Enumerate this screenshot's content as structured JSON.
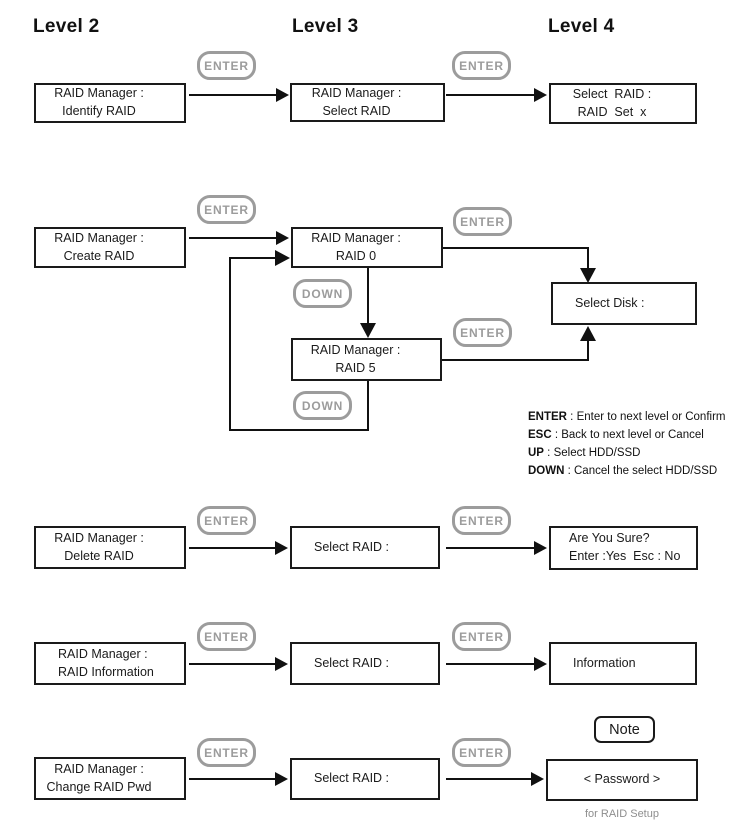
{
  "headings": {
    "level2": "Level 2",
    "level3": "Level 3",
    "level4": "Level 4"
  },
  "buttons": {
    "enter": "ENTER",
    "down": "DOWN",
    "note": "Note"
  },
  "boxes": {
    "identify_raid": {
      "line1": "RAID Manager :",
      "line2": "Identify RAID"
    },
    "select_raid_l3": {
      "line1": "RAID Manager :",
      "line2": "Select RAID"
    },
    "raid_set_x": {
      "line1": "Select  RAID :",
      "line2": "RAID  Set  x"
    },
    "create_raid": {
      "line1": "RAID Manager :",
      "line2": "Create RAID"
    },
    "raid_0": {
      "line1": "RAID Manager :",
      "line2": "RAID 0"
    },
    "raid_5": {
      "line1": "RAID Manager :",
      "line2": "RAID 5"
    },
    "select_disk": {
      "line1": "Select Disk :"
    },
    "delete_raid": {
      "line1": "RAID Manager :",
      "line2": "Delete RAID"
    },
    "select_raid_delete": {
      "line1": "Select RAID :"
    },
    "are_you_sure": {
      "line1": "Are You Sure?",
      "line2": "Enter :Yes  Esc : No"
    },
    "raid_information": {
      "line1": "RAID Manager :",
      "line2": "RAID Information"
    },
    "select_raid_info": {
      "line1": "Select RAID :"
    },
    "information": {
      "line1": "Information"
    },
    "change_raid_pwd": {
      "line1": "RAID Manager :",
      "line2": "Change RAID Pwd"
    },
    "select_raid_pwd": {
      "line1": "Select RAID :"
    },
    "password": {
      "line1": "< Password >"
    }
  },
  "legend": {
    "items": [
      {
        "key": "ENTER",
        "desc": " : Enter to next level or Confirm"
      },
      {
        "key": "ESC",
        "desc": " : Back to next level or Cancel"
      },
      {
        "key": "UP",
        "desc": " : Select HDD/SSD"
      },
      {
        "key": "DOWN",
        "desc": " : Cancel the select HDD/SSD"
      }
    ]
  },
  "footnote": "for RAID Setup",
  "colors": {
    "button_gray": "#9c9c9c",
    "box_border": "#1a1a1a",
    "line_black": "#111111",
    "footnote_gray": "#8e8e8e",
    "background": "#ffffff"
  }
}
